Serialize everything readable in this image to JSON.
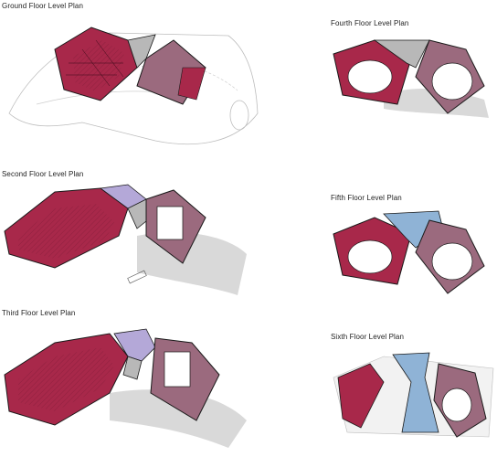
{
  "plans": {
    "ground": {
      "title": "Ground Floor Level Plan"
    },
    "second": {
      "title": "Second Floor Level Plan"
    },
    "third": {
      "title": "Third Floor Level Plan"
    },
    "fourth": {
      "title": "Fourth Floor Level Plan"
    },
    "fifth": {
      "title": "Fifth Floor Level Plan"
    },
    "sixth": {
      "title": "Sixth Floor Level Plan"
    }
  },
  "colors": {
    "red": "#a8284a",
    "mauve": "#9b6a7e",
    "grey": "#b8b8b8",
    "dark_grey": "#8f8f8f",
    "light_grey": "#d9d9d9",
    "lavender": "#b4a8d8",
    "blue": "#8fb3d6",
    "line": "#1a1a1a"
  }
}
